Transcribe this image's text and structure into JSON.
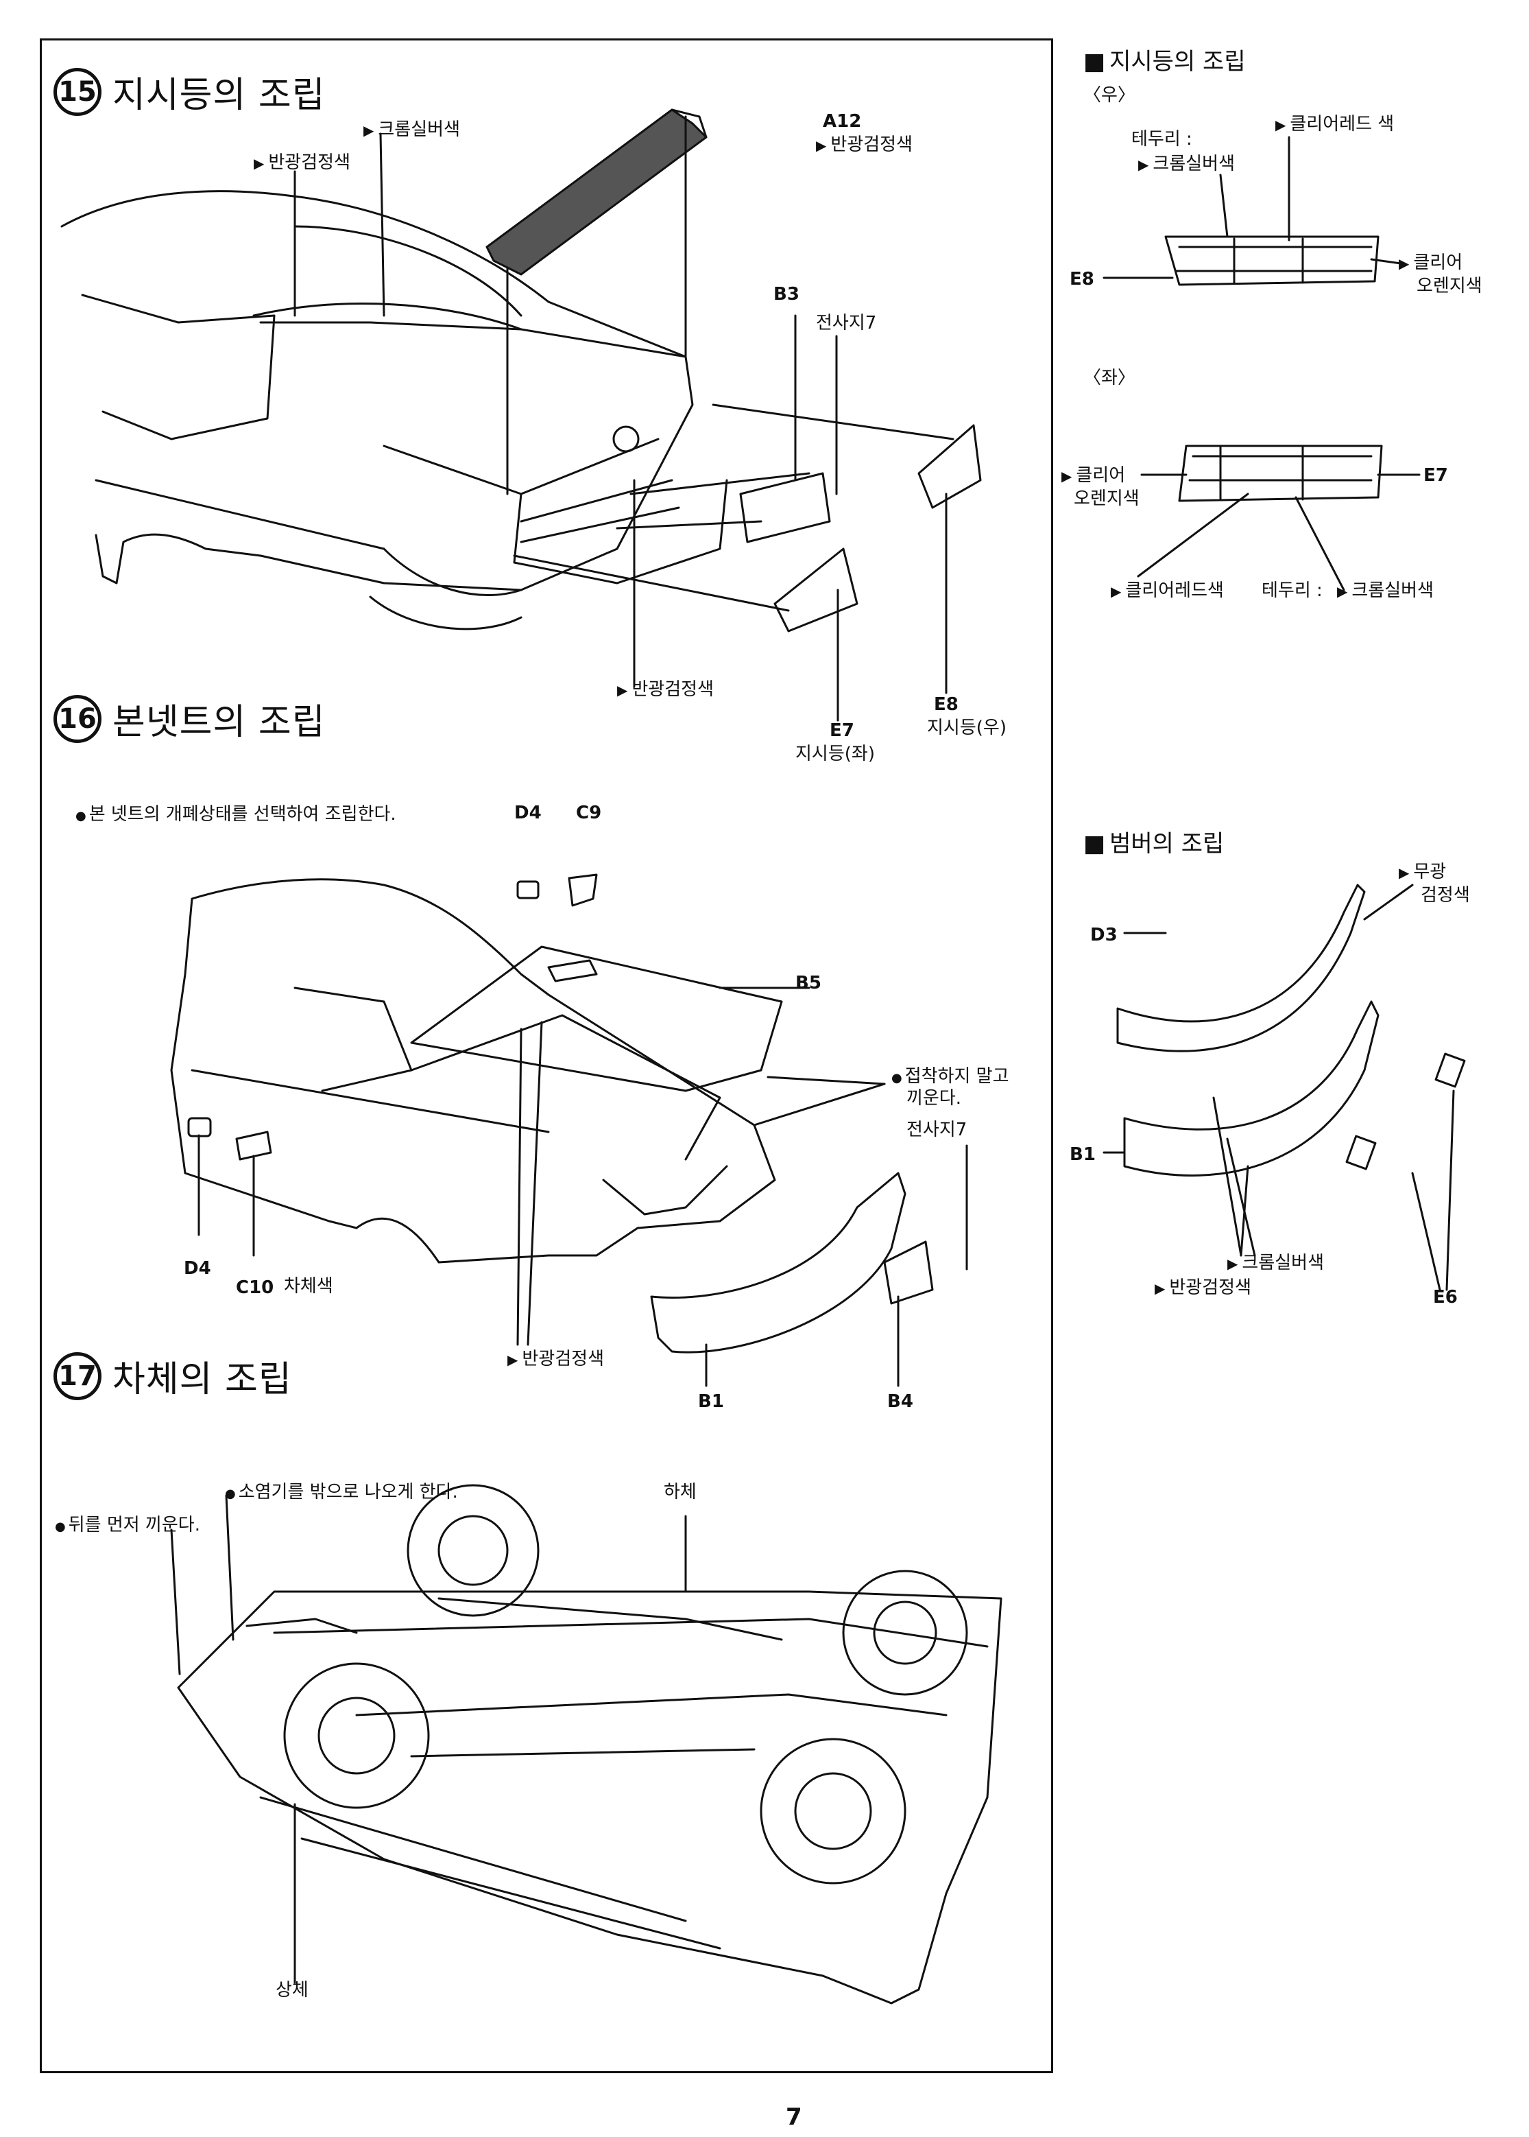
{
  "steps": [
    {
      "num": "15",
      "title": "지시등의 조립"
    },
    {
      "num": "16",
      "title": "본넷트의 조립"
    },
    {
      "num": "17",
      "title": "차체의 조립"
    }
  ],
  "s15": {
    "chrome_silver": "크롬실버색",
    "gloss_black_roof": "반광검정색",
    "a12": "A12",
    "a12_color": "반광검정색",
    "b3": "B3",
    "decal7": "전사지7",
    "gloss_black_bottom": "반광검정색",
    "e7": "E7",
    "e7_desc": "지시등(좌)",
    "e8": "E8",
    "e8_desc": "지시등(우)"
  },
  "indicator_detail": {
    "title": "지시등의 조립",
    "right": "〈우〉",
    "left": "〈좌〉",
    "frame_label": "테두리 :",
    "chrome_silver": "크롬실버색",
    "clear_red": "클리어레드 색",
    "e8": "E8",
    "clear_orange_1": "클리어",
    "clear_orange_2": "오렌지색",
    "e7": "E7",
    "clear_red_left": "클리어레드색",
    "frame_chrome": "테두리 :",
    "frame_chrome_color": "크롬실버색"
  },
  "s16": {
    "note": "본 넷트의 개폐상태를 선택하여 조립한다.",
    "d4_top": "D4",
    "c9": "C9",
    "b5": "B5",
    "no_glue_1": "접착하지 말고",
    "no_glue_2": "끼운다.",
    "decal7": "전사지7",
    "d4": "D4",
    "c10": "C10",
    "body_color": "차체색",
    "gloss_black": "반광검정색",
    "b1": "B1",
    "b4": "B4"
  },
  "bumper": {
    "title": "범버의 조립",
    "matte_black_1": "무광",
    "matte_black_2": "검정색",
    "d3": "D3",
    "b1": "B1",
    "chrome_silver": "크롬실버색",
    "gloss_black": "반광검정색",
    "e6": "E6"
  },
  "s17": {
    "exhaust_note": "소염기를 밖으로 나오게 한다.",
    "rear_first": "뒤를 먼저 끼운다.",
    "underbody": "하체",
    "upper_body": "상체"
  },
  "page_number": "7"
}
